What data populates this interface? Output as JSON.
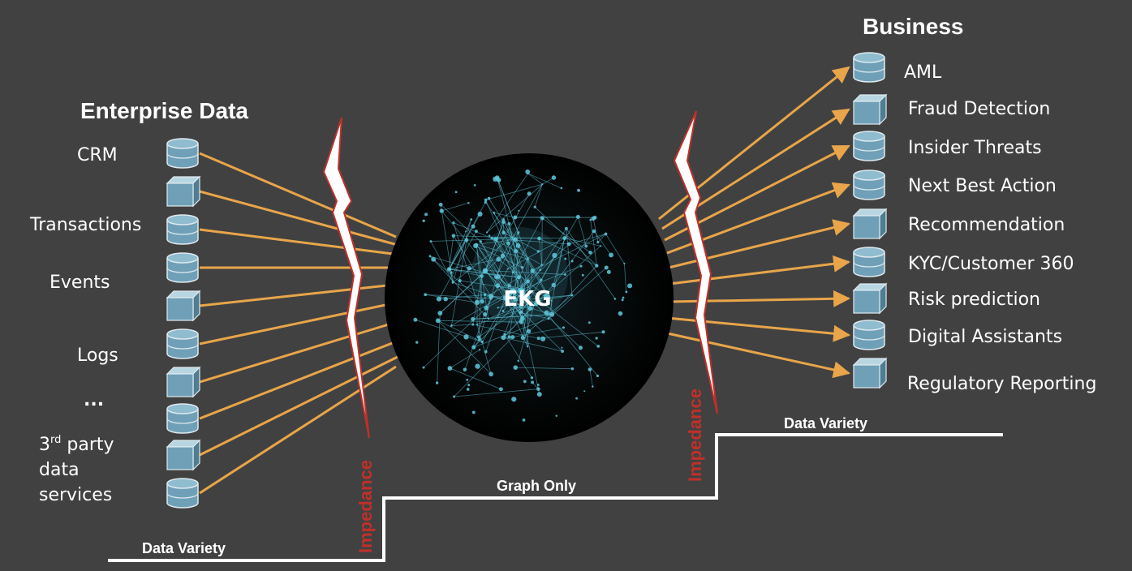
{
  "left": {
    "title": "Enterprise Data",
    "labels": [
      "CRM",
      "Transactions",
      "Events",
      "Logs",
      "..."
    ],
    "third_party": {
      "line1": "3",
      "sup": "rd",
      "line1_rest": " party",
      "line2": "data",
      "line3": "services"
    },
    "icons": [
      "cylinder-icon",
      "cube-icon",
      "cylinder-icon",
      "cylinder-icon",
      "cube-icon",
      "cylinder-icon",
      "cube-icon",
      "cylinder-icon",
      "cube-icon",
      "cylinder-icon"
    ]
  },
  "right": {
    "title": "Business",
    "items": [
      {
        "label": "AML",
        "icon": "cylinder-icon"
      },
      {
        "label": "Fraud Detection",
        "icon": "cube-icon"
      },
      {
        "label": "Insider Threats",
        "icon": "cylinder-icon"
      },
      {
        "label": "Next Best Action",
        "icon": "cylinder-icon"
      },
      {
        "label": "Recommendation",
        "icon": "cube-icon"
      },
      {
        "label": "KYC/Customer 360",
        "icon": "cylinder-icon"
      },
      {
        "label": "Risk prediction",
        "icon": "cube-icon"
      },
      {
        "label": "Digital Assistants",
        "icon": "cylinder-icon"
      },
      {
        "label": "Regulatory Reporting",
        "icon": "cube-icon"
      }
    ]
  },
  "center": {
    "label": "EKG"
  },
  "impedance_label": "Impedance",
  "steps": {
    "low": "Data Variety",
    "mid": "Graph Only",
    "high": "Data Variety"
  },
  "colors": {
    "background": "#414141",
    "arrow": "#e8a54a",
    "icon": "#6fa0b8",
    "impedance": "#c0302a",
    "graph": "#5ec8dc"
  }
}
